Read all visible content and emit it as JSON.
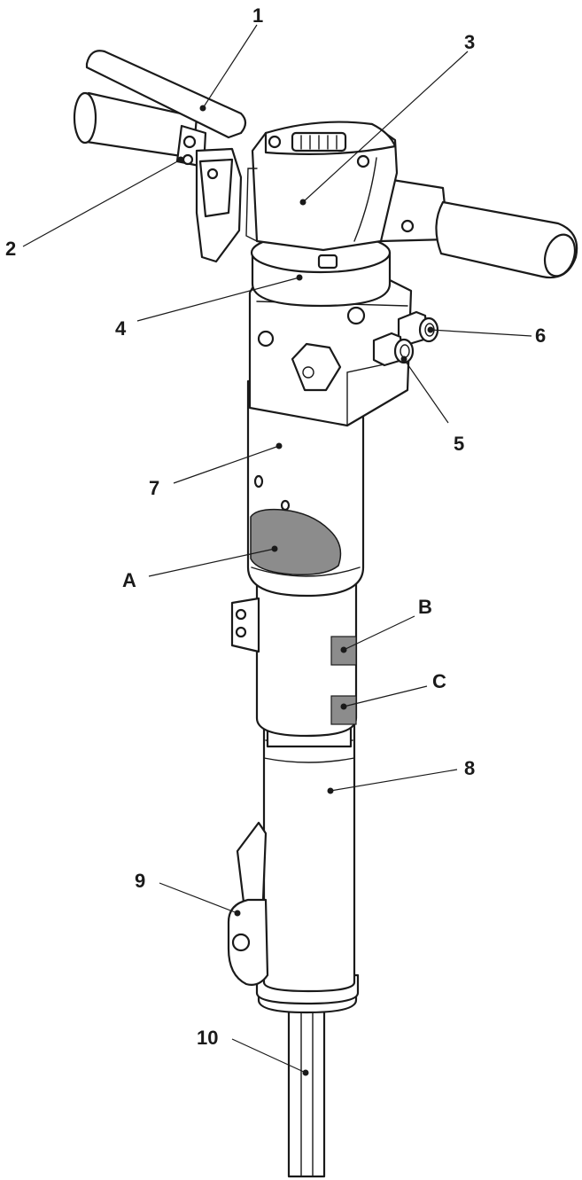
{
  "callouts": [
    {
      "id": "c1",
      "text": "1"
    },
    {
      "id": "c2",
      "text": "2"
    },
    {
      "id": "c3",
      "text": "3"
    },
    {
      "id": "c4",
      "text": "4"
    },
    {
      "id": "c5",
      "text": "5"
    },
    {
      "id": "c6",
      "text": "6"
    },
    {
      "id": "c7",
      "text": "7"
    },
    {
      "id": "cA",
      "text": "A"
    },
    {
      "id": "cB",
      "text": "B"
    },
    {
      "id": "cC",
      "text": "C"
    },
    {
      "id": "c8",
      "text": "8"
    },
    {
      "id": "c9",
      "text": "9"
    },
    {
      "id": "c10",
      "text": "10"
    }
  ],
  "colors": {
    "line": "#1a1a1a",
    "label_patch": "#8c8c8c",
    "background": "#ffffff"
  }
}
